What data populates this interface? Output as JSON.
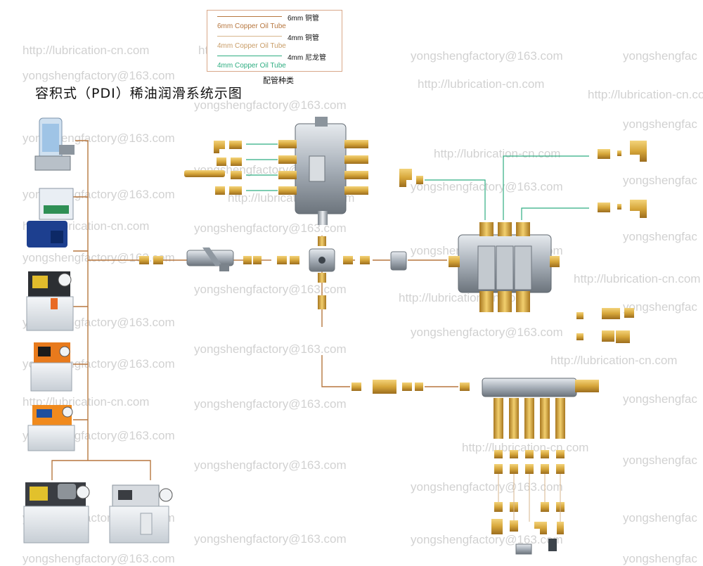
{
  "title": "容积式（PDI）稀油润滑系统示图",
  "legend": {
    "rows": [
      {
        "cn": "6mm 铜管",
        "en": "6mm Copper Oil Tube",
        "color": "#b7773f"
      },
      {
        "cn": "4mm 铜管",
        "en": "4mm Copper Oil Tube",
        "color": "#d7b58c"
      },
      {
        "cn": "4mm 尼龙管",
        "en": "4mm Copper Oil Tube",
        "color": "#2fae82"
      }
    ],
    "caption": "配管种类"
  },
  "watermarks": {
    "url": "http://lubrication-cn.com",
    "email": "yongshengfactory@163.com",
    "email_cut": "yongshengfac"
  },
  "colors": {
    "pipe_main": "#b7773f",
    "pipe_light": "#d7b58c",
    "pipe_nylon": "#2fae82",
    "brass": "#d8a93c",
    "steel": "#9aa3ad"
  }
}
